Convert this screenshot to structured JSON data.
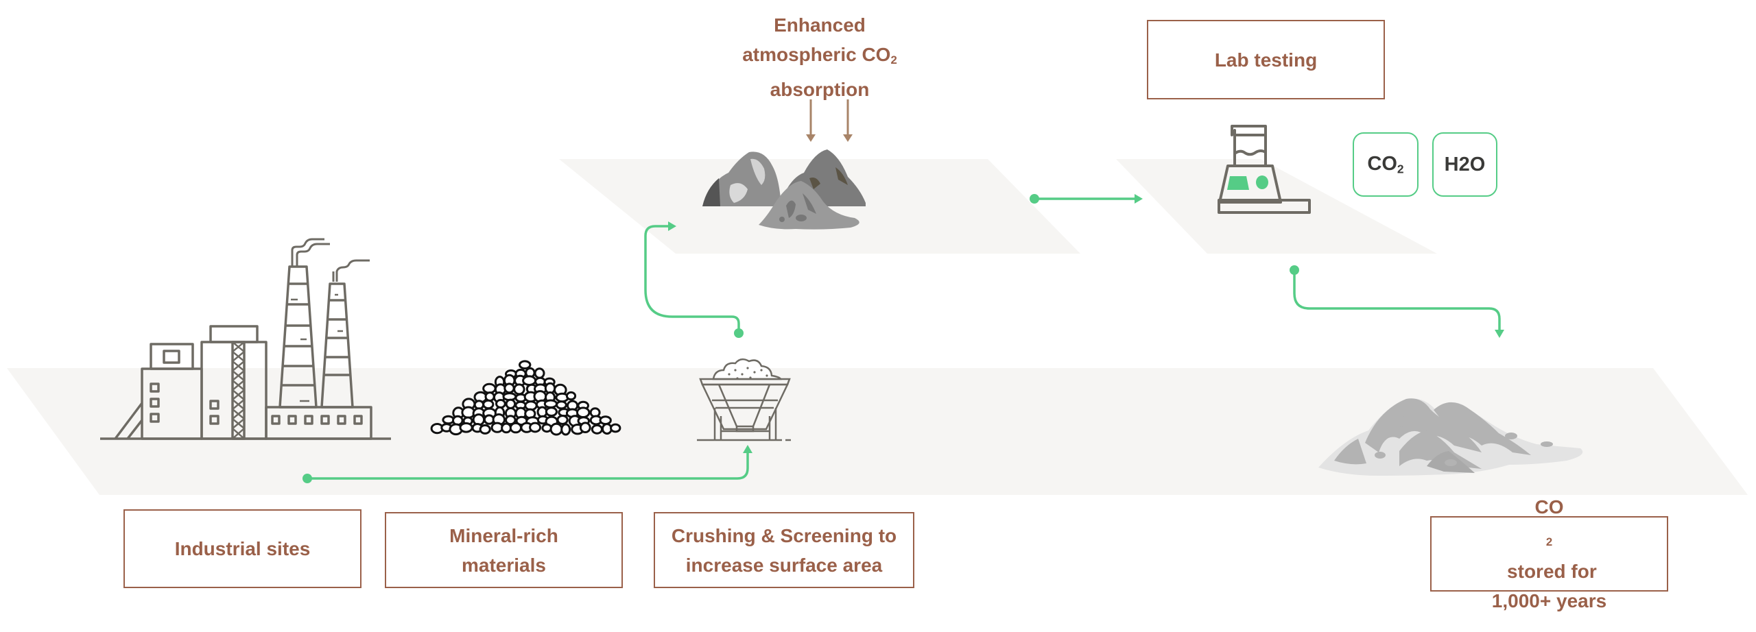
{
  "diagram": {
    "title": "Enhanced rock weathering carbon removal process",
    "colors": {
      "plane": "#f6f5f3",
      "label_text": "#9a6049",
      "label_border": "#9a6049",
      "flow_arrow": "#55cc86",
      "atmosphere_arrow": "#a88468",
      "icon_stroke": "#6e6b64",
      "chem_border": "#55cc86",
      "chem_text": "#3a3a38"
    },
    "stages": [
      {
        "id": "industrial-sites",
        "label_lines": [
          "Industrial sites"
        ],
        "icon": "factory-icon"
      },
      {
        "id": "mineral-rich",
        "label_lines": [
          "Mineral-rich",
          "materials"
        ],
        "icon": "rock-pile-icon"
      },
      {
        "id": "crushing",
        "label_lines": [
          "Crushing & Screening to",
          "increase surface area"
        ],
        "icon": "hopper-icon"
      },
      {
        "id": "absorption",
        "label_lines": [
          "Enhanced",
          "atmospheric CO",
          "absorption"
        ],
        "subscript": "2",
        "icon": "mountain-rocks-icon"
      },
      {
        "id": "lab",
        "label_lines": [
          "Lab testing"
        ],
        "icon": "lab-scale-icon"
      },
      {
        "id": "storage",
        "label_line1_prefix": "CO",
        "label_line1_sub": "2",
        "label_line1_suffix": " stored for",
        "label_line2": "1,000+ years",
        "icon": "weathered-rock-pile-icon"
      }
    ],
    "chem_badges": [
      {
        "prefix": "CO",
        "sub": "2"
      },
      {
        "prefix": "H2O",
        "sub": ""
      }
    ],
    "flows": [
      {
        "from": "Industrial sites",
        "to": "Crushing & Screening"
      },
      {
        "from": "Crushing & Screening",
        "to": "Enhanced atmospheric CO2 absorption"
      },
      {
        "from": "Enhanced atmospheric CO2 absorption",
        "to": "Lab testing"
      },
      {
        "from": "Lab testing",
        "to": "CO2 stored for 1,000+ years"
      }
    ]
  }
}
